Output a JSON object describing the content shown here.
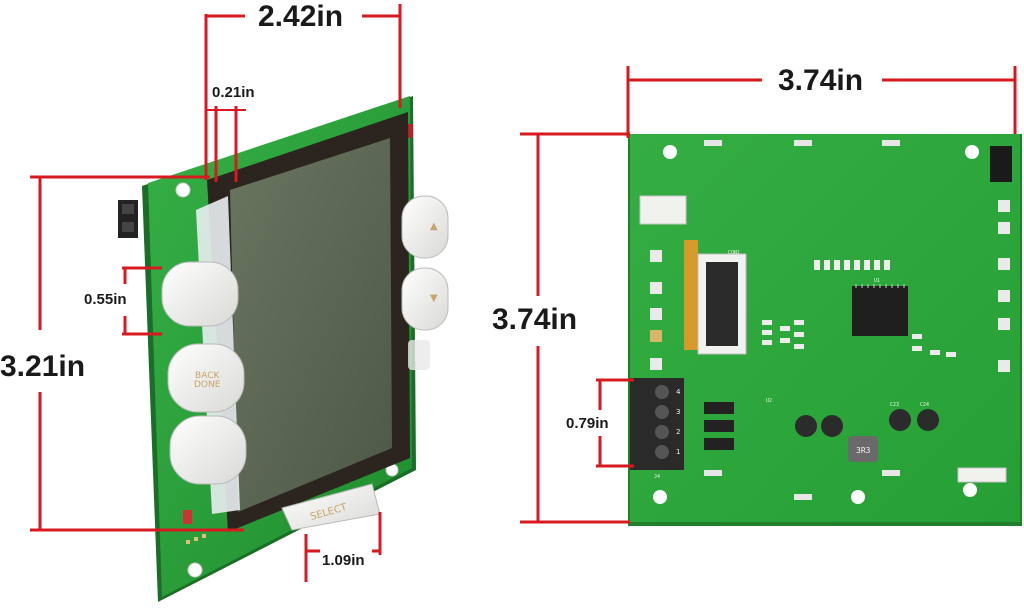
{
  "colors": {
    "dimension_line": "#d71920",
    "board_green": "#2aa53a",
    "board_dark": "#1e7f2b",
    "lcd_screen": "#5b6552",
    "lcd_frame": "#2c241e",
    "button_white": "#f4f4f2",
    "silkscreen": "#e8f5e8"
  },
  "left_board": {
    "width_label": "2.42in",
    "offset_label": "0.21in",
    "button_height_label": "0.55in",
    "height_label": "3.21in",
    "select_width_label": "1.09in",
    "buttons": {
      "back_done": "BACK\nDONE",
      "select": "SELECT",
      "up_arrow": "▲",
      "down_arrow": "▼"
    }
  },
  "right_board": {
    "width_label": "3.74in",
    "height_label": "3.74in",
    "terminal_label": "0.79in",
    "silkscreen": {
      "con": "CON1",
      "u1": "U1",
      "u2": "U2",
      "inductor": "3R3",
      "j4": "J4",
      "c23": "C23",
      "c24": "C24",
      "terminal_pins": [
        "4",
        "3",
        "2",
        "1"
      ]
    }
  }
}
